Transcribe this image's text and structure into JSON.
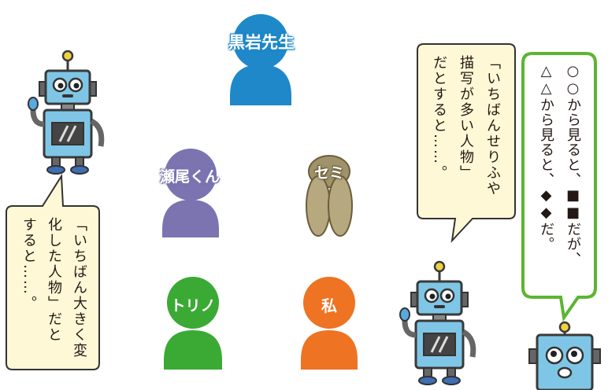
{
  "characters": [
    {
      "id": "kuroiwa",
      "label": "黒岩先生",
      "color": "#1e88c9"
    },
    {
      "id": "seo",
      "label": "瀬尾くん",
      "color": "#7b74b1"
    },
    {
      "id": "semi",
      "label": "セミ",
      "color": "#a0936b"
    },
    {
      "id": "torino",
      "label": "トリノ",
      "color": "#3aaa35"
    },
    {
      "id": "watashi",
      "label": "私",
      "color": "#ee7322"
    }
  ],
  "bubbles": {
    "left": {
      "lines": [
        "「いちばん大きく変",
        "化した人物」だと",
        "すると……。"
      ],
      "bg": "#fff8d6"
    },
    "middle": {
      "lines": [
        "「いちばんせりふや",
        "描写が多い人物」",
        "だとすると……。"
      ],
      "bg": "#fff8d6"
    },
    "right": {
      "lines": [
        "○○から見ると、■■だが、",
        "△△から見ると、◆◆だ。"
      ],
      "bg": "#ffffff",
      "border": "#5cb531"
    }
  },
  "colors": {
    "robot_body": "#7fc6e6",
    "robot_outline": "#3a3a3a",
    "robot_antenna": "#f2d040"
  }
}
